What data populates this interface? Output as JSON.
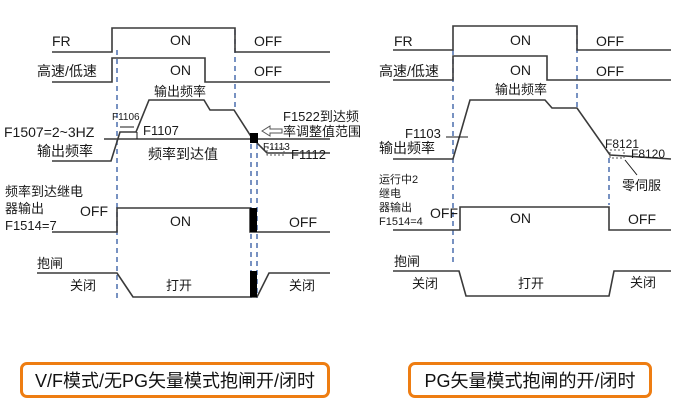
{
  "colors": {
    "caption_border": "#ee7d12",
    "guide_dash": "#3e64a8",
    "signal": "#3a3a3a"
  },
  "left": {
    "caption": "V/F模式/无PG矢量模式抱闸开/闭时",
    "rows": {
      "fr": {
        "label": "FR",
        "on": "ON",
        "off": "OFF"
      },
      "speed": {
        "label": "高速/低速",
        "on": "ON",
        "off": "OFF"
      },
      "freq": {
        "title": "输出频率",
        "label": "输出频率",
        "threshold": "F1507=2~3HZ",
        "reach": "频率到达值",
        "params": {
          "p1106": "F1106",
          "p1107": "F1107",
          "p1113": "F1113",
          "p1112": "F1112"
        },
        "note_line1": "F1522到达频",
        "note_line2": "率调整值范围"
      },
      "relay": {
        "label_line1": "频率到达继电",
        "label_line2": "器输出",
        "label_line3": "F1514=7",
        "off_before": "OFF",
        "on": "ON",
        "off_after": "OFF"
      },
      "brake": {
        "label": "抱闸",
        "closed_before": "关闭",
        "open": "打开",
        "closed_after": "关闭"
      }
    }
  },
  "right": {
    "caption": "PG矢量模式抱闸的开/闭时",
    "rows": {
      "fr": {
        "label": "FR",
        "on": "ON",
        "off": "OFF"
      },
      "speed": {
        "label": "高速/低速",
        "on": "ON",
        "off": "OFF"
      },
      "freq": {
        "title": "输出频率",
        "label": "输出频率",
        "threshold": "F1103",
        "params": {
          "p8121": "F8121",
          "p8120": "F8120"
        },
        "zero_servo": "零伺服"
      },
      "relay": {
        "label_line1": "运行中2",
        "label_line2": "继电",
        "label_line3": "器输出",
        "label_line4": "F1514=4",
        "off_before": "OFF",
        "on": "ON",
        "off_after": "OFF"
      },
      "brake": {
        "label": "抱闸",
        "closed_before": "关闭",
        "open": "打开",
        "closed_after": "关闭"
      }
    }
  }
}
